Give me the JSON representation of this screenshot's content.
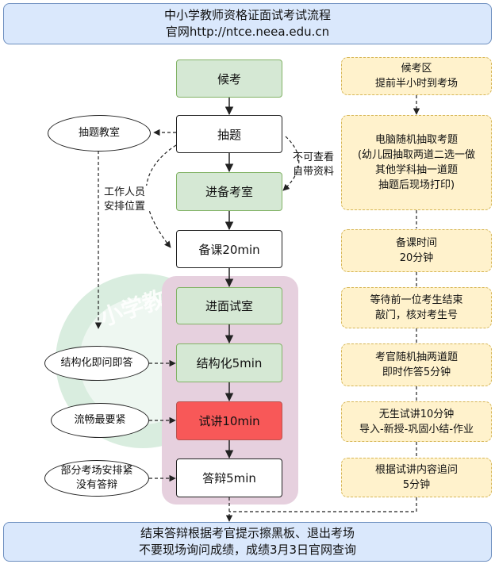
{
  "header": {
    "title": "中小学教师资格证面试考试流程",
    "website": "官网http://ntce.neea.edu.cn"
  },
  "flow": {
    "waiting": "候考",
    "draw": "抽题",
    "prep_room": "进备考室",
    "prep": "备课20min",
    "enter_room": "进面试室",
    "structured": "结构化5min",
    "lecture": "试讲10min",
    "defense": "答辩5min"
  },
  "side_notes": {
    "draw_room": "抽题教室",
    "staff": [
      "工作人员",
      "安排位置"
    ],
    "no_materials": [
      "不可查看",
      "自带资料"
    ],
    "structured_tip": "结构化即问即答",
    "lecture_tip": "流畅最要紧",
    "defense_tip": [
      "部分考场安排紧",
      "没有答辩"
    ]
  },
  "details": {
    "waiting_area": [
      "候考区",
      "提前半小时到考场"
    ],
    "draw_info": [
      "电脑随机抽取考题",
      "(幼儿园抽取两道二选一做",
      "其他学科抽一道题",
      "抽题后现场打印)"
    ],
    "prep_time": [
      "备课时间",
      "20分钟"
    ],
    "wait_prev": [
      "等待前一位考生结束",
      "敲门，核对考生号"
    ],
    "examiner_q": [
      "考官随机抽两道题",
      "即时作答5分钟"
    ],
    "no_student": [
      "无生试讲10分钟",
      "导入-新授-巩固小结-作业"
    ],
    "followup": [
      "根据试讲内容追问",
      "5分钟"
    ]
  },
  "footer": {
    "line1": "结束答辩根据考官提示擦黑板、退出考场",
    "line2": "不要现场询问成绩，成绩3月3日官网查询"
  },
  "watermark": "小学教师"
}
